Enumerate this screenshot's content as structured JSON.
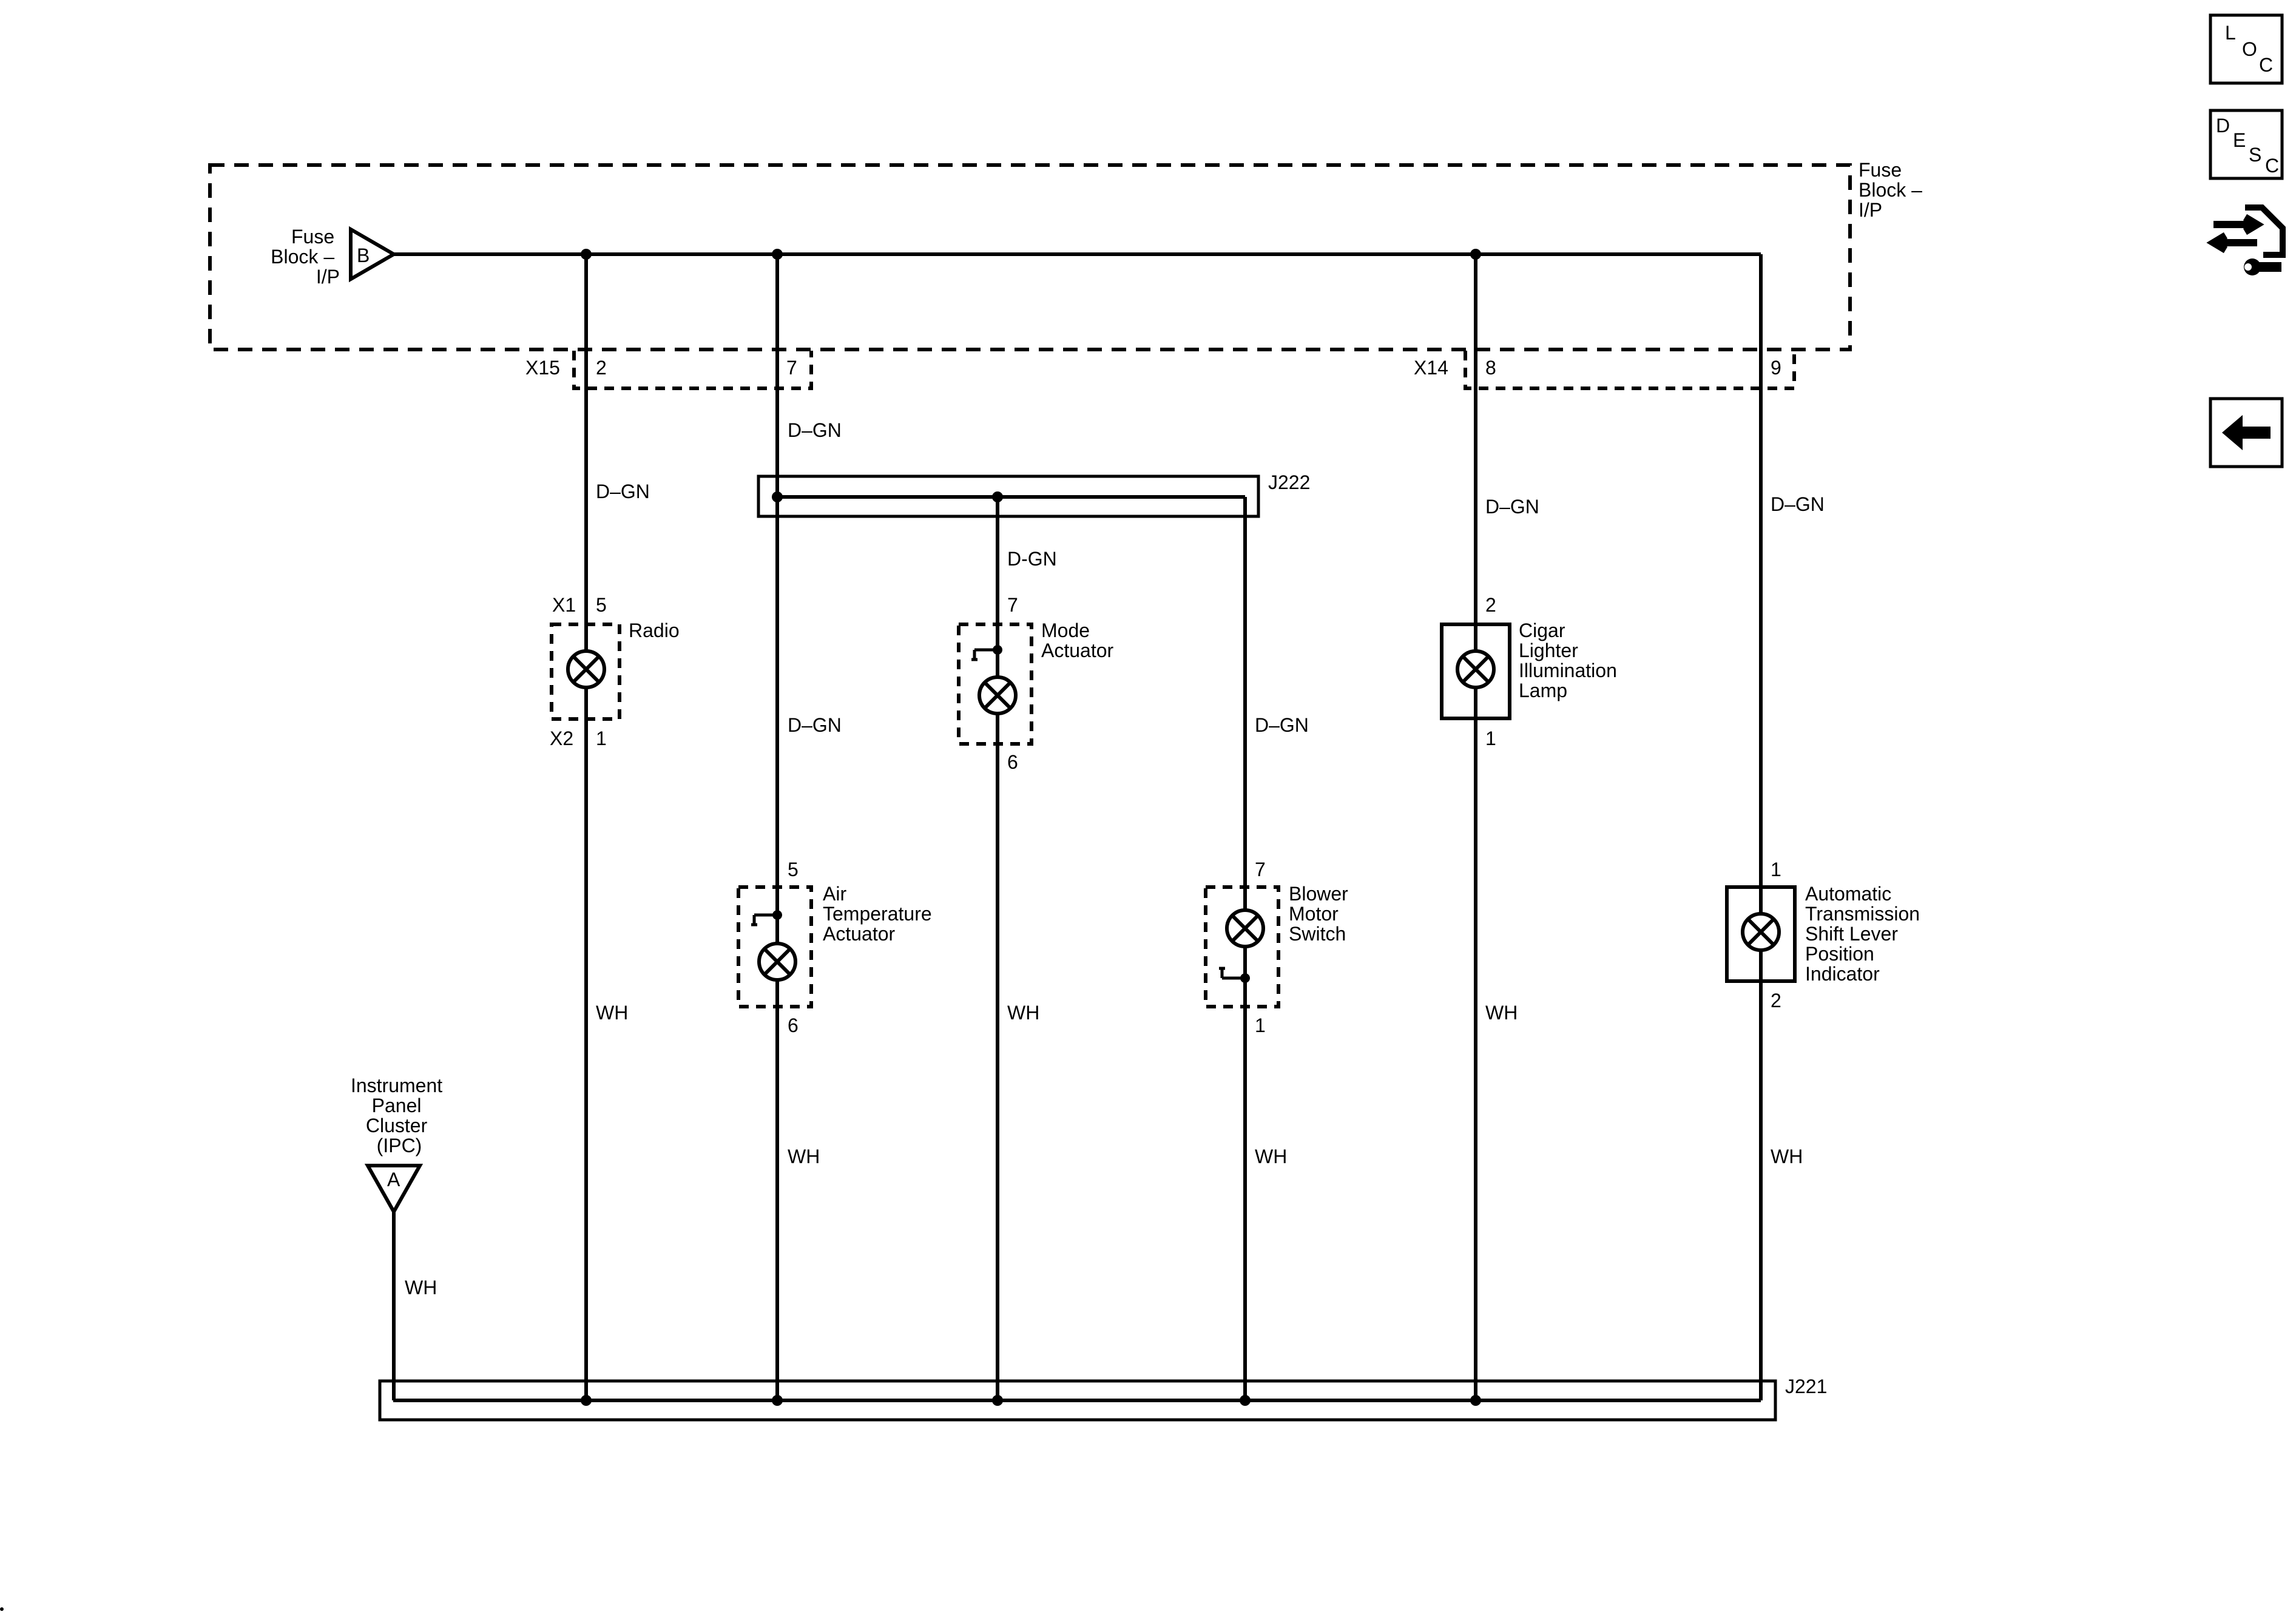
{
  "power_source": {
    "name_lines": [
      "Fuse",
      "Block –",
      "I/P"
    ],
    "pin": "B"
  },
  "fuse_block_label": [
    "Fuse",
    "Block –",
    "I/P"
  ],
  "connectors": {
    "left": "X15",
    "right": "X14"
  },
  "fuse_pins": [
    "2",
    "7",
    "8",
    "9"
  ],
  "splices": {
    "top": "J222",
    "bottom": "J221"
  },
  "wire_colors": {
    "dgn": "D–GN",
    "dgn2": "D-GN",
    "wh": "WH"
  },
  "ground": {
    "name_lines": [
      "Instrument",
      "Panel",
      "Cluster",
      "(IPC)"
    ],
    "pin": "A"
  },
  "components": {
    "radio": {
      "name_lines": [
        "Radio"
      ],
      "top_conn": "X1",
      "top_pin": "5",
      "bottom_conn": "X2",
      "bottom_pin": "1"
    },
    "air_temp": {
      "name_lines": [
        "Air",
        "Temperature",
        "Actuator"
      ],
      "top_pin": "5",
      "bottom_pin": "6"
    },
    "mode": {
      "name_lines": [
        "Mode",
        "Actuator"
      ],
      "top_pin": "7",
      "bottom_pin": "6"
    },
    "blower": {
      "name_lines": [
        "Blower",
        "Motor",
        "Switch"
      ],
      "top_pin": "7",
      "bottom_pin": "1"
    },
    "cigar": {
      "name_lines": [
        "Cigar",
        "Lighter",
        "Illumination",
        "Lamp"
      ],
      "top_pin": "2",
      "bottom_pin": "1"
    },
    "trans": {
      "name_lines": [
        "Automatic",
        "Transmission",
        "Shift Lever",
        "Position",
        "Indicator"
      ],
      "top_pin": "1",
      "bottom_pin": "2"
    }
  },
  "nav": {
    "loc": [
      "L",
      "O",
      "C"
    ],
    "desc": [
      "D",
      "E",
      "S",
      "C"
    ],
    "tools_icon": "connector-wrench-icon",
    "back_icon": "arrow-left-icon"
  }
}
